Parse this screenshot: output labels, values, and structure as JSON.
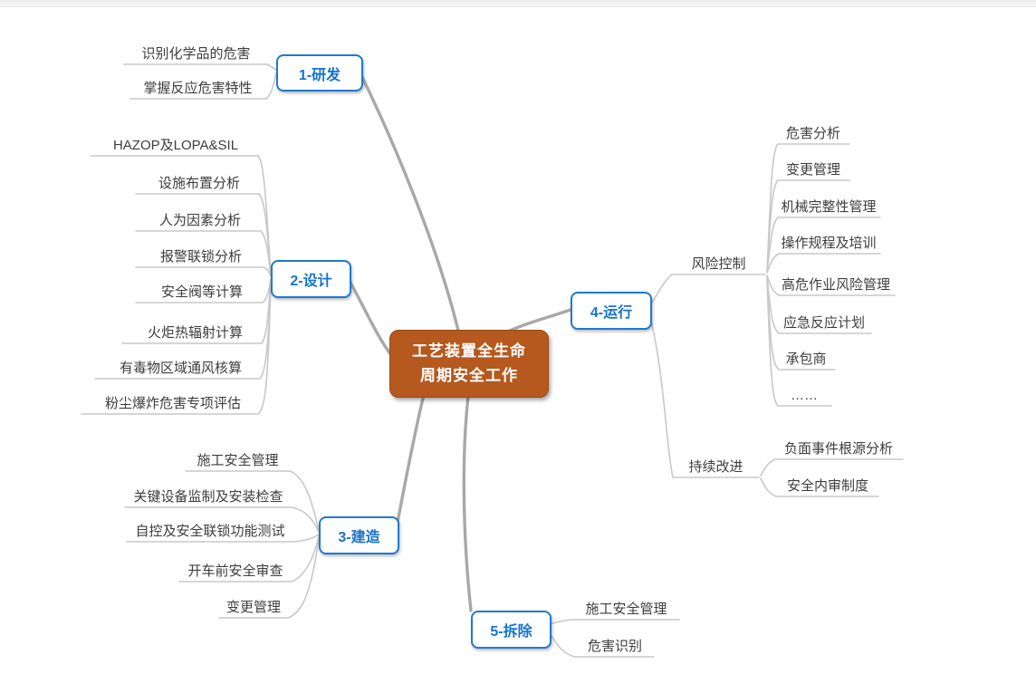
{
  "map": {
    "root": {
      "line1": "工艺装置全生命",
      "line2": "周期安全工作"
    },
    "branches": [
      {
        "label": "1-研发",
        "children": [
          {
            "label": "识别化学品的危害"
          },
          {
            "label": "掌握反应危害特性"
          }
        ]
      },
      {
        "label": "2-设计",
        "children": [
          {
            "label": "HAZOP及LOPA&SIL"
          },
          {
            "label": "设施布置分析"
          },
          {
            "label": "人为因素分析"
          },
          {
            "label": "报警联锁分析"
          },
          {
            "label": "安全阀等计算"
          },
          {
            "label": "火炬热辐射计算"
          },
          {
            "label": "有毒物区域通风核算"
          },
          {
            "label": "粉尘爆炸危害专项评估"
          }
        ]
      },
      {
        "label": "3-建造",
        "children": [
          {
            "label": "施工安全管理"
          },
          {
            "label": "关键设备监制及安装检查"
          },
          {
            "label": "自控及安全联锁功能测试"
          },
          {
            "label": "开车前安全审查"
          },
          {
            "label": "变更管理"
          }
        ]
      },
      {
        "label": "4-运行",
        "children": [
          {
            "label": "风险控制",
            "children": [
              {
                "label": "危害分析"
              },
              {
                "label": "变更管理"
              },
              {
                "label": "机械完整性管理"
              },
              {
                "label": "操作规程及培训"
              },
              {
                "label": "高危作业风险管理"
              },
              {
                "label": "应急反应计划"
              },
              {
                "label": "承包商"
              },
              {
                "label": "……"
              }
            ]
          },
          {
            "label": "持续改进",
            "children": [
              {
                "label": "负面事件根源分析"
              },
              {
                "label": "安全内审制度"
              }
            ]
          }
        ]
      },
      {
        "label": "5-拆除",
        "children": [
          {
            "label": "施工安全管理"
          },
          {
            "label": "危害识别"
          }
        ]
      }
    ],
    "colors": {
      "root_fill": "#b5591e",
      "root_text": "#ffffff",
      "branch_border": "#2079cf",
      "branch_text": "#1673cf",
      "leaf_text": "#3d3d3d",
      "leaf_line": "#c8c8c8",
      "trunk_line": "#a8a8a8",
      "background": "#ffffff"
    }
  }
}
